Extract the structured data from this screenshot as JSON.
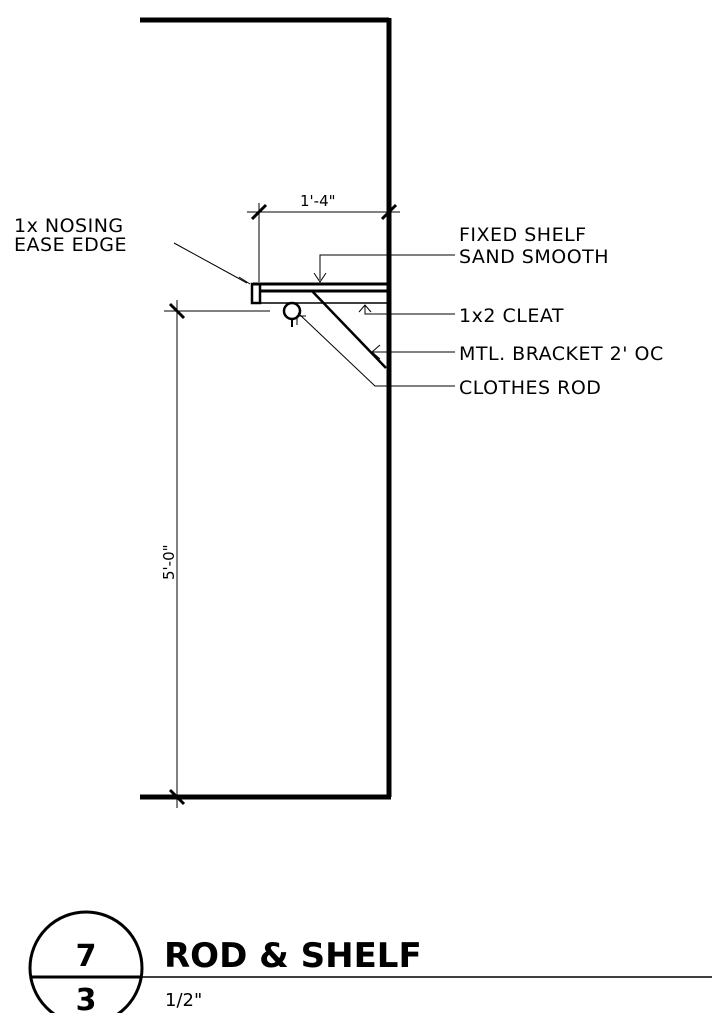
{
  "labels": {
    "nosing_line1": "1x NOSING",
    "nosing_line2": "EASE EDGE",
    "fixed_shelf_line1": "FIXED SHELF",
    "fixed_shelf_line2": "SAND SMOOTH",
    "cleat": "1x2 CLEAT",
    "bracket": "MTL. BRACKET 2' OC",
    "clothes_rod": "CLOTHES ROD"
  },
  "dimensions": {
    "shelf_depth": "1'-4\"",
    "rod_height": "5'-0\""
  },
  "title_block": {
    "detail_number": "7",
    "sheet_number": "3",
    "title": "ROD & SHELF",
    "scale": "1/2\""
  }
}
